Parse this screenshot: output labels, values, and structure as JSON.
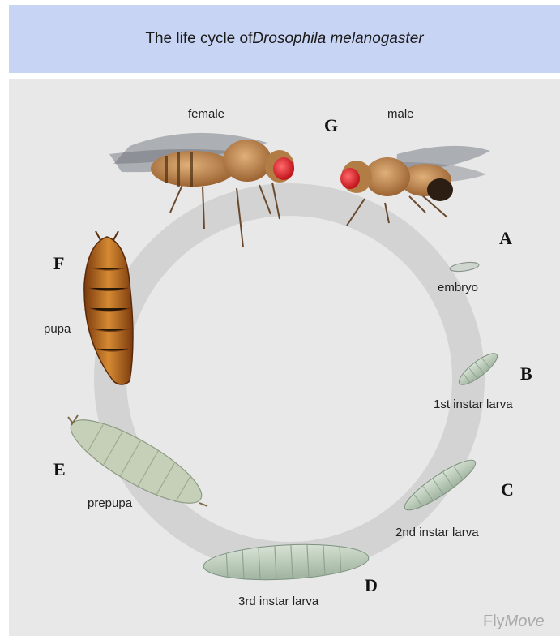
{
  "title": {
    "prefix": "The life cycle of ",
    "species": "Drosophila melanogaster"
  },
  "stages": {
    "female": "female",
    "male": "male",
    "embryo": "embryo",
    "larva1": "1st instar larva",
    "larva2": "2nd instar larva",
    "larva3": "3rd instar larva",
    "prepupa": "prepupa",
    "pupa": "pupa"
  },
  "letters": {
    "A": "A",
    "B": "B",
    "C": "C",
    "D": "D",
    "E": "E",
    "F": "F",
    "G": "G"
  },
  "brand": {
    "part1": "Fly",
    "part2": "Move"
  },
  "colors": {
    "title_bg": "#c8d4f3",
    "panel_bg": "#e8e8e8",
    "cycle_ring": "#d0d0d0",
    "fly_body": "#b9824e",
    "fly_eye": "#e8333a",
    "larva": "#b7c7b6",
    "pupa": "#b26d1f"
  }
}
